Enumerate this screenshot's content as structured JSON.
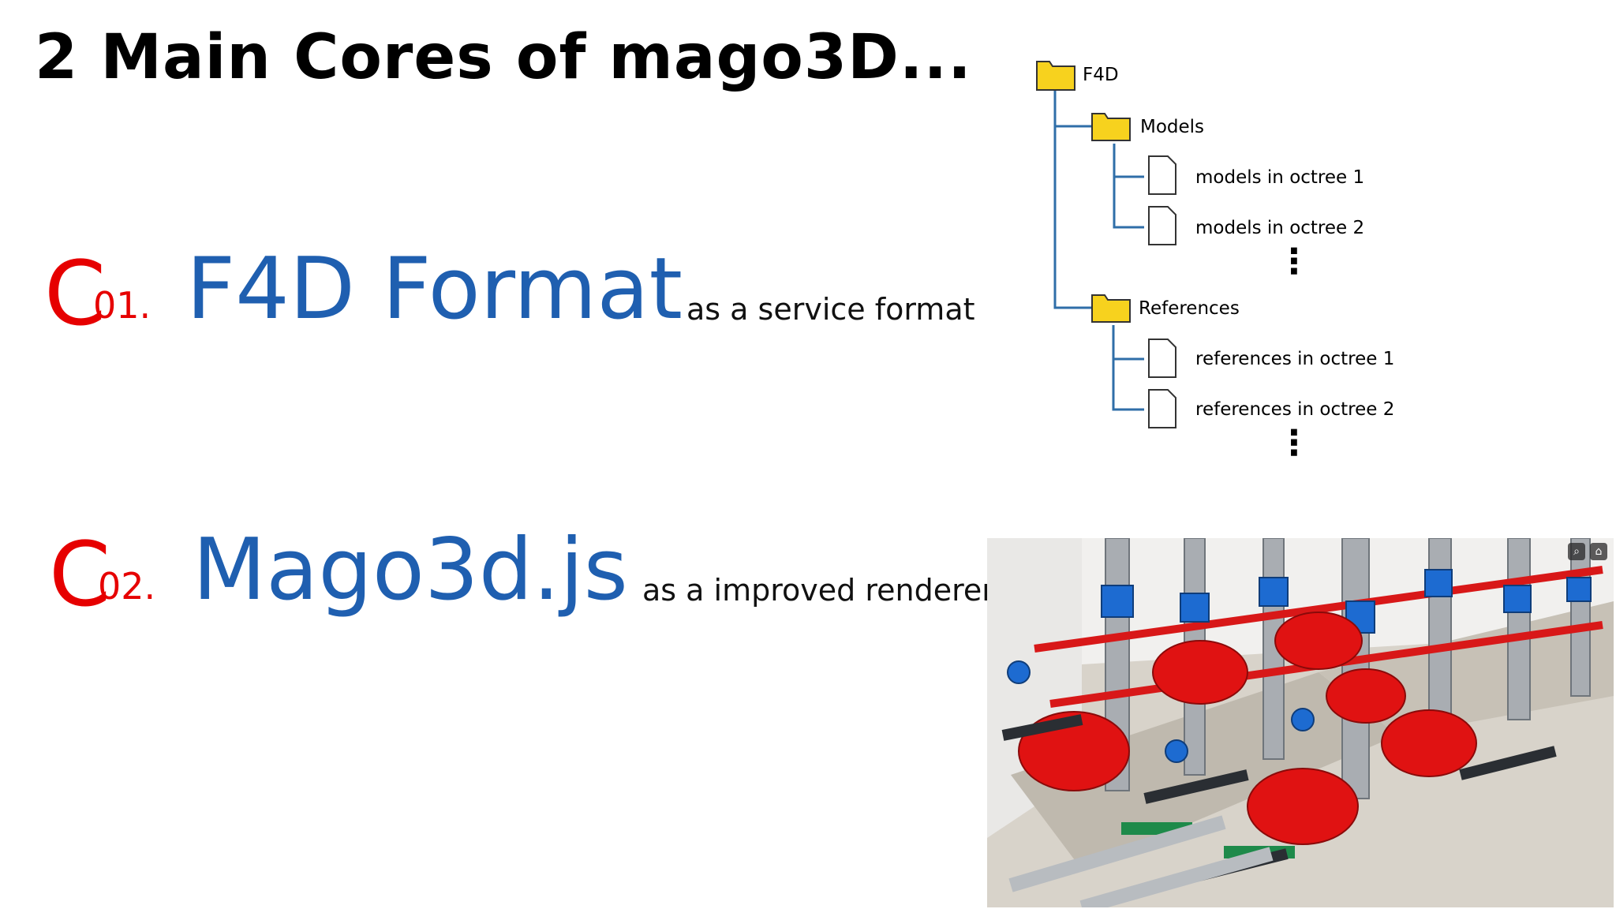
{
  "title": "2 Main Cores of mago3D...",
  "cores": [
    {
      "letter": "C",
      "number": "01.",
      "name": "F4D Format",
      "description": "as a service format"
    },
    {
      "letter": "C",
      "number": "02.",
      "name": "Mago3d.js",
      "description": "as a improved renderer"
    }
  ],
  "tree": {
    "root": {
      "label": "F4D",
      "icon": "folder-icon"
    },
    "groups": [
      {
        "label": "Models",
        "icon": "folder-icon",
        "children": [
          "models in octree 1",
          "models in octree 2"
        ],
        "more": "⋮"
      },
      {
        "label": "References",
        "icon": "folder-icon",
        "children": [
          "references in octree 1",
          "references in octree 2"
        ],
        "more": "⋮"
      }
    ]
  },
  "renderer_view": {
    "description_icon": "3d-render-view",
    "toolbar_icons": [
      "search-icon",
      "home-icon"
    ]
  },
  "colors": {
    "core_letter": "#e60000",
    "core_name": "#1f5fb0",
    "tree_line": "#2f6ea8",
    "folder": "#f7d21e"
  }
}
